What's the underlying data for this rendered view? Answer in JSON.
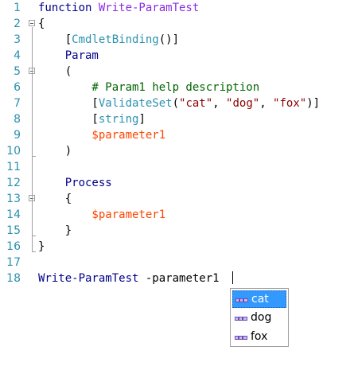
{
  "editor": {
    "lines": [
      {
        "n": "1",
        "tokens": [
          {
            "t": "function ",
            "c": "kw"
          },
          {
            "t": "Write-ParamTest",
            "c": "fn"
          }
        ]
      },
      {
        "n": "2",
        "tokens": [
          {
            "t": "{",
            "c": "plain"
          }
        ]
      },
      {
        "n": "3",
        "tokens": [
          {
            "t": "    [",
            "c": "plain"
          },
          {
            "t": "CmdletBinding",
            "c": "attr"
          },
          {
            "t": "()]",
            "c": "plain"
          }
        ]
      },
      {
        "n": "4",
        "tokens": [
          {
            "t": "    Param",
            "c": "kw"
          }
        ]
      },
      {
        "n": "5",
        "tokens": [
          {
            "t": "    (",
            "c": "plain"
          }
        ]
      },
      {
        "n": "6",
        "tokens": [
          {
            "t": "        # Param1 help description",
            "c": "cmt"
          }
        ]
      },
      {
        "n": "7",
        "tokens": [
          {
            "t": "        [",
            "c": "plain"
          },
          {
            "t": "ValidateSet",
            "c": "attr"
          },
          {
            "t": "(",
            "c": "plain"
          },
          {
            "t": "\"cat\"",
            "c": "str"
          },
          {
            "t": ", ",
            "c": "plain"
          },
          {
            "t": "\"dog\"",
            "c": "str"
          },
          {
            "t": ", ",
            "c": "plain"
          },
          {
            "t": "\"fox\"",
            "c": "str"
          },
          {
            "t": ")]",
            "c": "plain"
          }
        ]
      },
      {
        "n": "8",
        "tokens": [
          {
            "t": "        [",
            "c": "plain"
          },
          {
            "t": "string",
            "c": "attr"
          },
          {
            "t": "]",
            "c": "plain"
          }
        ]
      },
      {
        "n": "9",
        "tokens": [
          {
            "t": "        $parameter1",
            "c": "var"
          }
        ]
      },
      {
        "n": "10",
        "tokens": [
          {
            "t": "    )",
            "c": "plain"
          }
        ]
      },
      {
        "n": "11",
        "tokens": []
      },
      {
        "n": "12",
        "tokens": [
          {
            "t": "    Process",
            "c": "kw"
          }
        ]
      },
      {
        "n": "13",
        "tokens": [
          {
            "t": "    {",
            "c": "plain"
          }
        ]
      },
      {
        "n": "14",
        "tokens": [
          {
            "t": "        $parameter1",
            "c": "var"
          }
        ]
      },
      {
        "n": "15",
        "tokens": [
          {
            "t": "    }",
            "c": "plain"
          }
        ]
      },
      {
        "n": "16",
        "tokens": [
          {
            "t": "}",
            "c": "plain"
          }
        ]
      },
      {
        "n": "17",
        "tokens": []
      },
      {
        "n": "18",
        "tokens": [
          {
            "t": "Write-ParamTest",
            "c": "kw"
          },
          {
            "t": " -parameter1 ",
            "c": "plain"
          }
        ]
      }
    ],
    "colors": {
      "line_number": "#2b91af",
      "keyword": "#00008b",
      "function_name": "#8a2be2",
      "attribute": "#2b91af",
      "variable": "#ff4500",
      "comment": "#006400",
      "string": "#8b0000",
      "selection": "#3399ff"
    }
  },
  "completion": {
    "items": [
      {
        "label": "cat",
        "icon": "enum-value-icon",
        "selected": true
      },
      {
        "label": "dog",
        "icon": "enum-value-icon",
        "selected": false
      },
      {
        "label": "fox",
        "icon": "enum-value-icon",
        "selected": false
      }
    ]
  }
}
